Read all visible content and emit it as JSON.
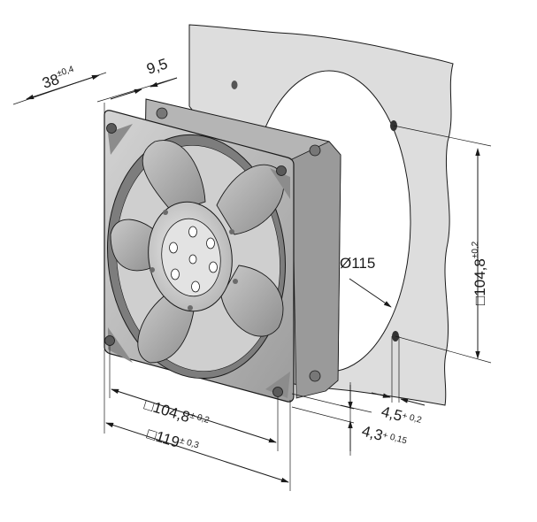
{
  "dimensions": {
    "depth": {
      "value": "38",
      "tolerance": "±0,4"
    },
    "flange": {
      "value": "9,5"
    },
    "hole_spacing_vertical": {
      "symbol": "□",
      "value": "104,8",
      "tolerance": "±0,2"
    },
    "cutout_diameter": {
      "symbol": "Ø",
      "value": "115"
    },
    "hole_spacing_front": {
      "symbol": "□",
      "value": "104,8",
      "tolerance": "± 0,2"
    },
    "overall_size": {
      "symbol": "□",
      "value": "119",
      "tolerance": "± 0,3"
    },
    "hole_diameter": {
      "value": "4,5",
      "tolerance": "+ 0,2"
    },
    "flange_hole": {
      "value": "4,3",
      "tolerance": "+ 0,15"
    }
  },
  "colors": {
    "line": "#1a1a1a",
    "panel": "#dcdcdc",
    "frame": "#bfbfbf",
    "blade": "#a9a9a9",
    "hub": "#d0d0d0"
  },
  "icons": {
    "cutout_symbol": "diameter-symbol",
    "square_symbol": "square-symbol"
  }
}
